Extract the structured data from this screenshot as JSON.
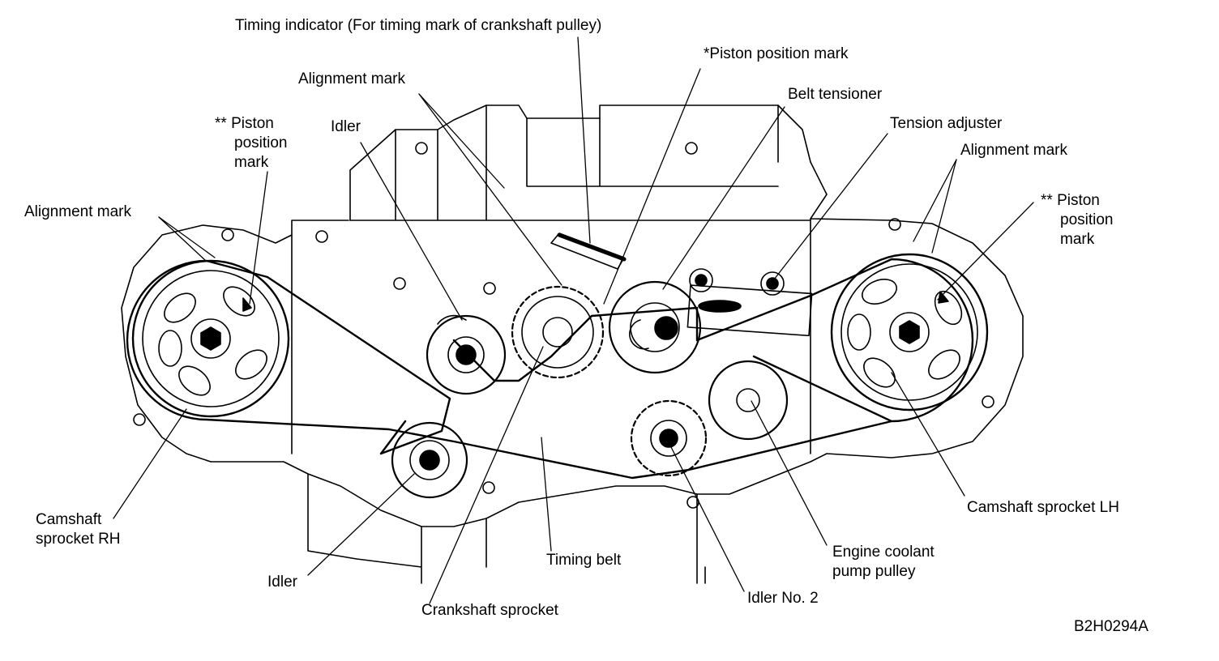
{
  "labels": {
    "timing_indicator": "Timing indicator (For timing mark of crankshaft pulley)",
    "piston_position_mark_top": "*Piston position mark",
    "alignment_mark_center": "Alignment mark",
    "belt_tensioner": "Belt tensioner",
    "tension_adjuster": "Tension adjuster",
    "alignment_mark_right": "Alignment mark",
    "piston_position_mark_left": [
      "** Piston",
      "position",
      "mark"
    ],
    "piston_position_mark_right": [
      "** Piston",
      "position",
      "mark"
    ],
    "idler_top": "Idler",
    "alignment_mark_left": "Alignment mark",
    "camshaft_sprocket_rh": [
      "Camshaft",
      "sprocket RH"
    ],
    "camshaft_sprocket_lh": "Camshaft sprocket LH",
    "timing_belt": "Timing belt",
    "engine_coolant_pump_pulley": [
      "Engine coolant",
      "pump pulley"
    ],
    "idler_bottom": "Idler",
    "crankshaft_sprocket": "Crankshaft sprocket",
    "idler_no2": "Idler No. 2",
    "figure_code": "B2H0294A"
  },
  "colors": {
    "ink": "#000000",
    "paper": "#ffffff"
  }
}
